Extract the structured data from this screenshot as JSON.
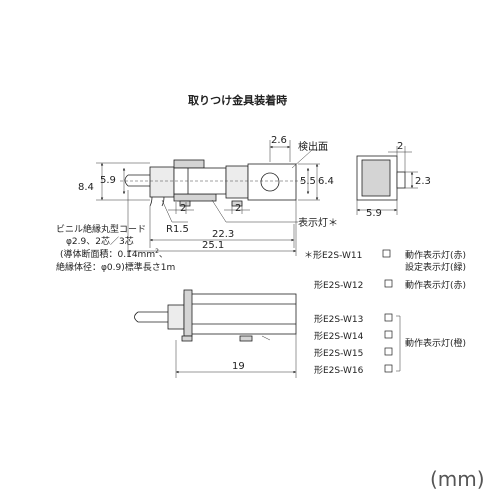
{
  "title": "取りつけ金具装着時",
  "unit": "(mm)",
  "labels": {
    "sensing_face": "検出面",
    "indicator": "表示灯＊",
    "cable_1": "ビニル絶縁丸型コード",
    "cable_2": "φ2.9、2芯／3芯",
    "cable_3a": "(導体断面積：0.14mm",
    "cable_3sup": "2",
    "cable_3b": "、",
    "cable_4": "絶縁体径：φ0.9)標準長さ1m"
  },
  "dimensions": {
    "d2_6": "2.6",
    "d8_4": "8.4",
    "d5_9": "5.9",
    "d5_5": "5.5",
    "d6_4": "6.4",
    "d2_a": "2",
    "d2_b": "2",
    "r1_5": "R1.5",
    "d22_3": "22.3",
    "d25_1": "25.1",
    "d2_side": "2",
    "d2_3": "2.3",
    "d5_9_side": "5.9",
    "d19": "19"
  },
  "models": [
    {
      "name": "＊形E2S-W11",
      "desc1": "動作表示灯(赤)",
      "desc2": "設定表示灯(緑)"
    },
    {
      "name": "形E2S-W12",
      "desc1": "動作表示灯(赤)"
    },
    {
      "name": "形E2S-W13"
    },
    {
      "name": "形E2S-W14"
    },
    {
      "name": "形E2S-W15"
    },
    {
      "name": "形E2S-W16"
    }
  ],
  "group_desc": "動作表示灯(橙)"
}
